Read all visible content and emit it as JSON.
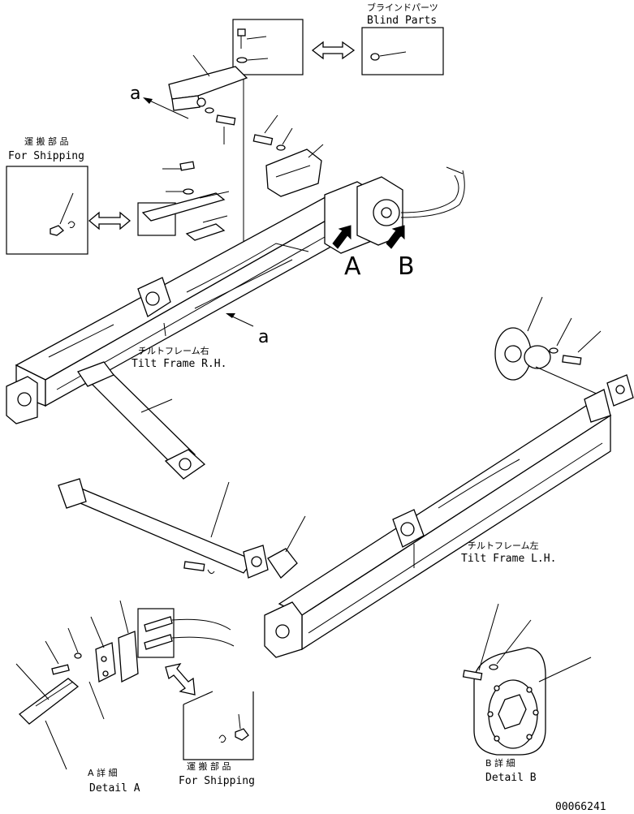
{
  "blind_parts": {
    "jp": "ブラインドパーツ",
    "en": "Blind Parts"
  },
  "for_shipping_left": {
    "jp": "運 搬 部 品",
    "en": "For Shipping"
  },
  "for_shipping_bottom": {
    "jp": "運 搬 部 品",
    "en": "For Shipping"
  },
  "tilt_frame_rh": {
    "jp": "チルトフレーム右",
    "en": "Tilt Frame R.H."
  },
  "tilt_frame_lh": {
    "jp": "チルトフレーム左",
    "en": "Tilt Frame L.H."
  },
  "detail_a": {
    "jp": "A 詳 細",
    "en": "Detail A"
  },
  "detail_b": {
    "jp": "B 詳 細",
    "en": "Detail B"
  },
  "callouts": {
    "a_top": "a",
    "a_mid": "a",
    "A": "A",
    "B": "B"
  },
  "drawing_number": "00066241"
}
